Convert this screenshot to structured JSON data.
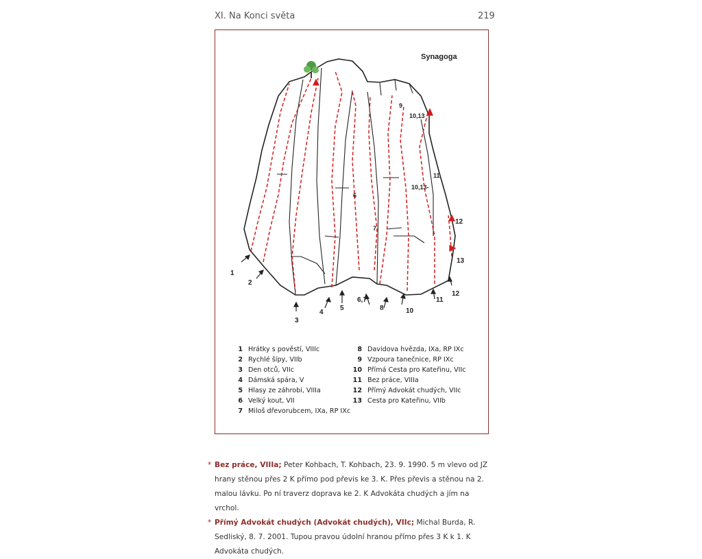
{
  "header": {
    "chapter": "XI. Na Konci světa",
    "page_number": "219"
  },
  "topo": {
    "title": "Synagoga",
    "markers": [
      {
        "label": "1"
      },
      {
        "label": "2"
      },
      {
        "label": "3"
      },
      {
        "label": "4"
      },
      {
        "label": "5"
      },
      {
        "label": "6,7"
      },
      {
        "label": "8"
      },
      {
        "label": "10"
      },
      {
        "label": "11"
      },
      {
        "label": "12"
      },
      {
        "label": "13"
      },
      {
        "label": "12"
      }
    ],
    "on_wall_labels": [
      {
        "label": "9"
      },
      {
        "label": "10,13"
      },
      {
        "label": "6"
      },
      {
        "label": "7"
      },
      {
        "label": "11"
      },
      {
        "label": "10,13-"
      }
    ]
  },
  "legend_left": [
    {
      "num": "1",
      "text": "Hrátky s pověstí, VIIIc"
    },
    {
      "num": "2",
      "text": "Rychlé šípy, VIIb"
    },
    {
      "num": "3",
      "text": "Den otců, VIIc"
    },
    {
      "num": "4",
      "text": "Dámská spára, V"
    },
    {
      "num": "5",
      "text": "Hlasy ze záhrobí, VIIIa"
    },
    {
      "num": "6",
      "text": "Velký kout, VII"
    },
    {
      "num": "7",
      "text": "Miloš dřevorubcem, IXa, RP IXc"
    }
  ],
  "legend_right": [
    {
      "num": "8",
      "text": "Davidova hvězda, IXa, RP IXc"
    },
    {
      "num": "9",
      "text": "Vzpoura tanečnice, RP IXc"
    },
    {
      "num": "10",
      "text": "Přímá Cesta pro Kateřinu, VIIc"
    },
    {
      "num": "11",
      "text": "Bez práce, VIIIa"
    },
    {
      "num": "12",
      "text": "Přímý Advokát chudých, VIIc"
    },
    {
      "num": "13",
      "text": "Cesta pro Kateřinu, VIIb"
    }
  ],
  "notes": [
    {
      "star": "*",
      "route": "Bez práce, VIIIa;",
      "text": " Peter Kohbach, T. Kohbach, 23. 9. 1990. 5 m vlevo od JZ hrany stěnou přes 2 K přímo pod převis ke 3. K. Přes převis a stěnou na 2. malou lávku. Po ní traverz doprava ke 2. K Advokáta chudých a jím na vrchol."
    },
    {
      "star": "*",
      "route": "Přímý Advokát chudých (Advokát chudých), VIIc;",
      "text": " Michal Burda, R. Sedliský, 8. 7. 2001. Tupou pravou údolní hranou přímo přes 3 K k 1. K Advokáta chudých."
    }
  ],
  "colors": {
    "accent": "#8c2f2a",
    "route_line": "#d21e1e",
    "tree": "#4f9b45"
  }
}
